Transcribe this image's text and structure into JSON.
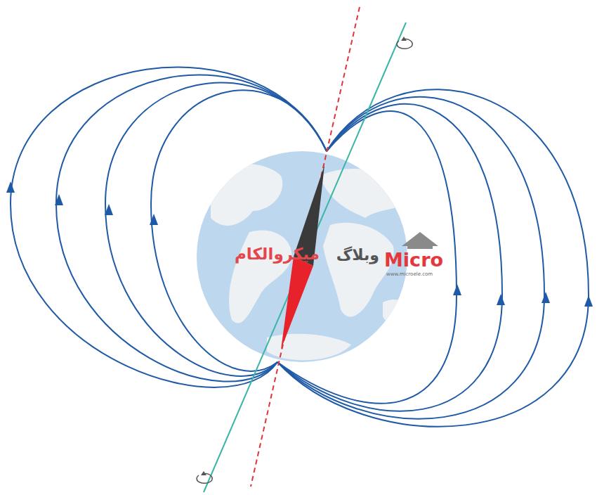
{
  "diagram": {
    "labels": [
      "وبلاگ",
      "میکروالکام",
      "Micro",
      "www.microele.com"
    ]
  }
}
